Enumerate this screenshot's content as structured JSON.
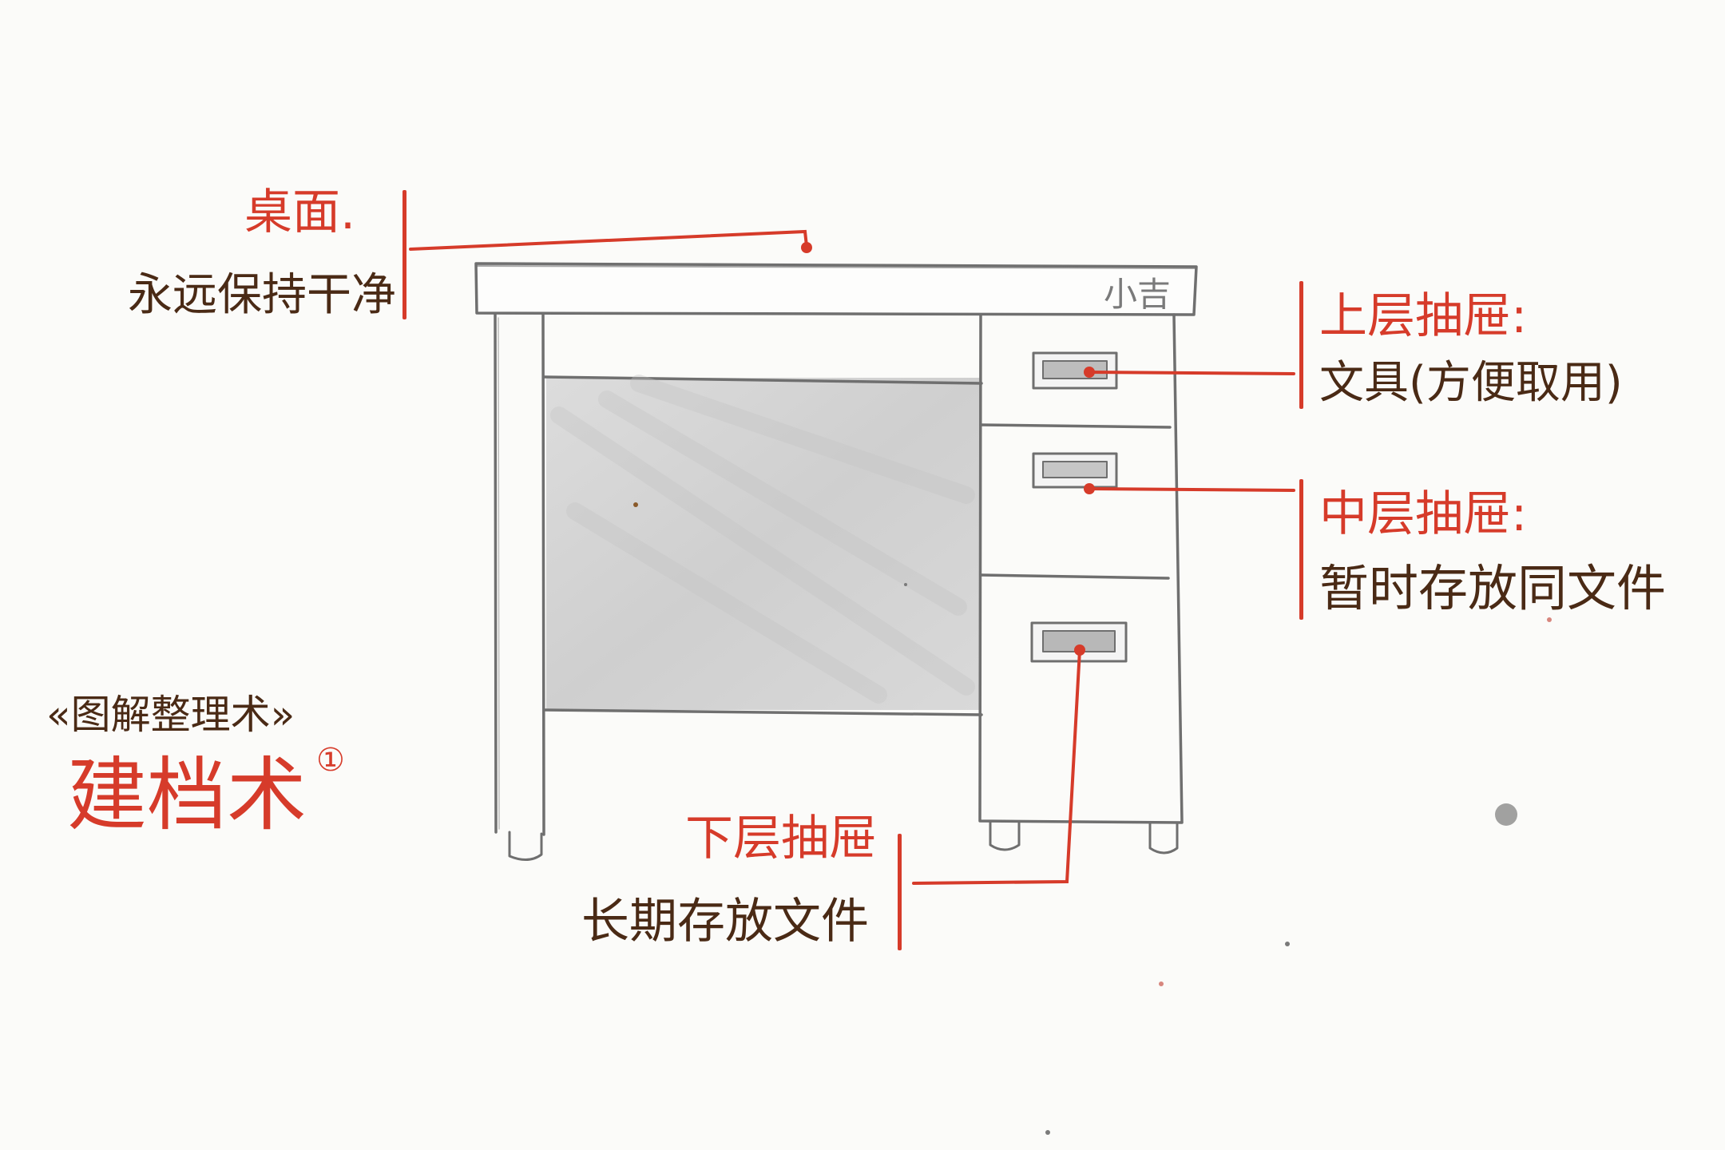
{
  "colors": {
    "accent_red": "#d63b2a",
    "text_brown": "#4a2a15",
    "pencil_gray": "#6f6f6f",
    "paper": "#fbfbf9"
  },
  "labels": {
    "desktop": {
      "title": "桌面.",
      "desc": "永远保持干净"
    },
    "top_drawer": {
      "title": "上层抽屉:",
      "desc": "文具(方便取用)"
    },
    "middle_drawer": {
      "title": "中层抽屉:",
      "desc": "暂时存放同文件"
    },
    "bottom_drawer": {
      "title": "下层抽屉",
      "desc": "长期存放文件"
    },
    "book": {
      "series": "«图解整理术»",
      "subtitle": "建档术",
      "number": "①"
    },
    "signature": "小吉"
  }
}
